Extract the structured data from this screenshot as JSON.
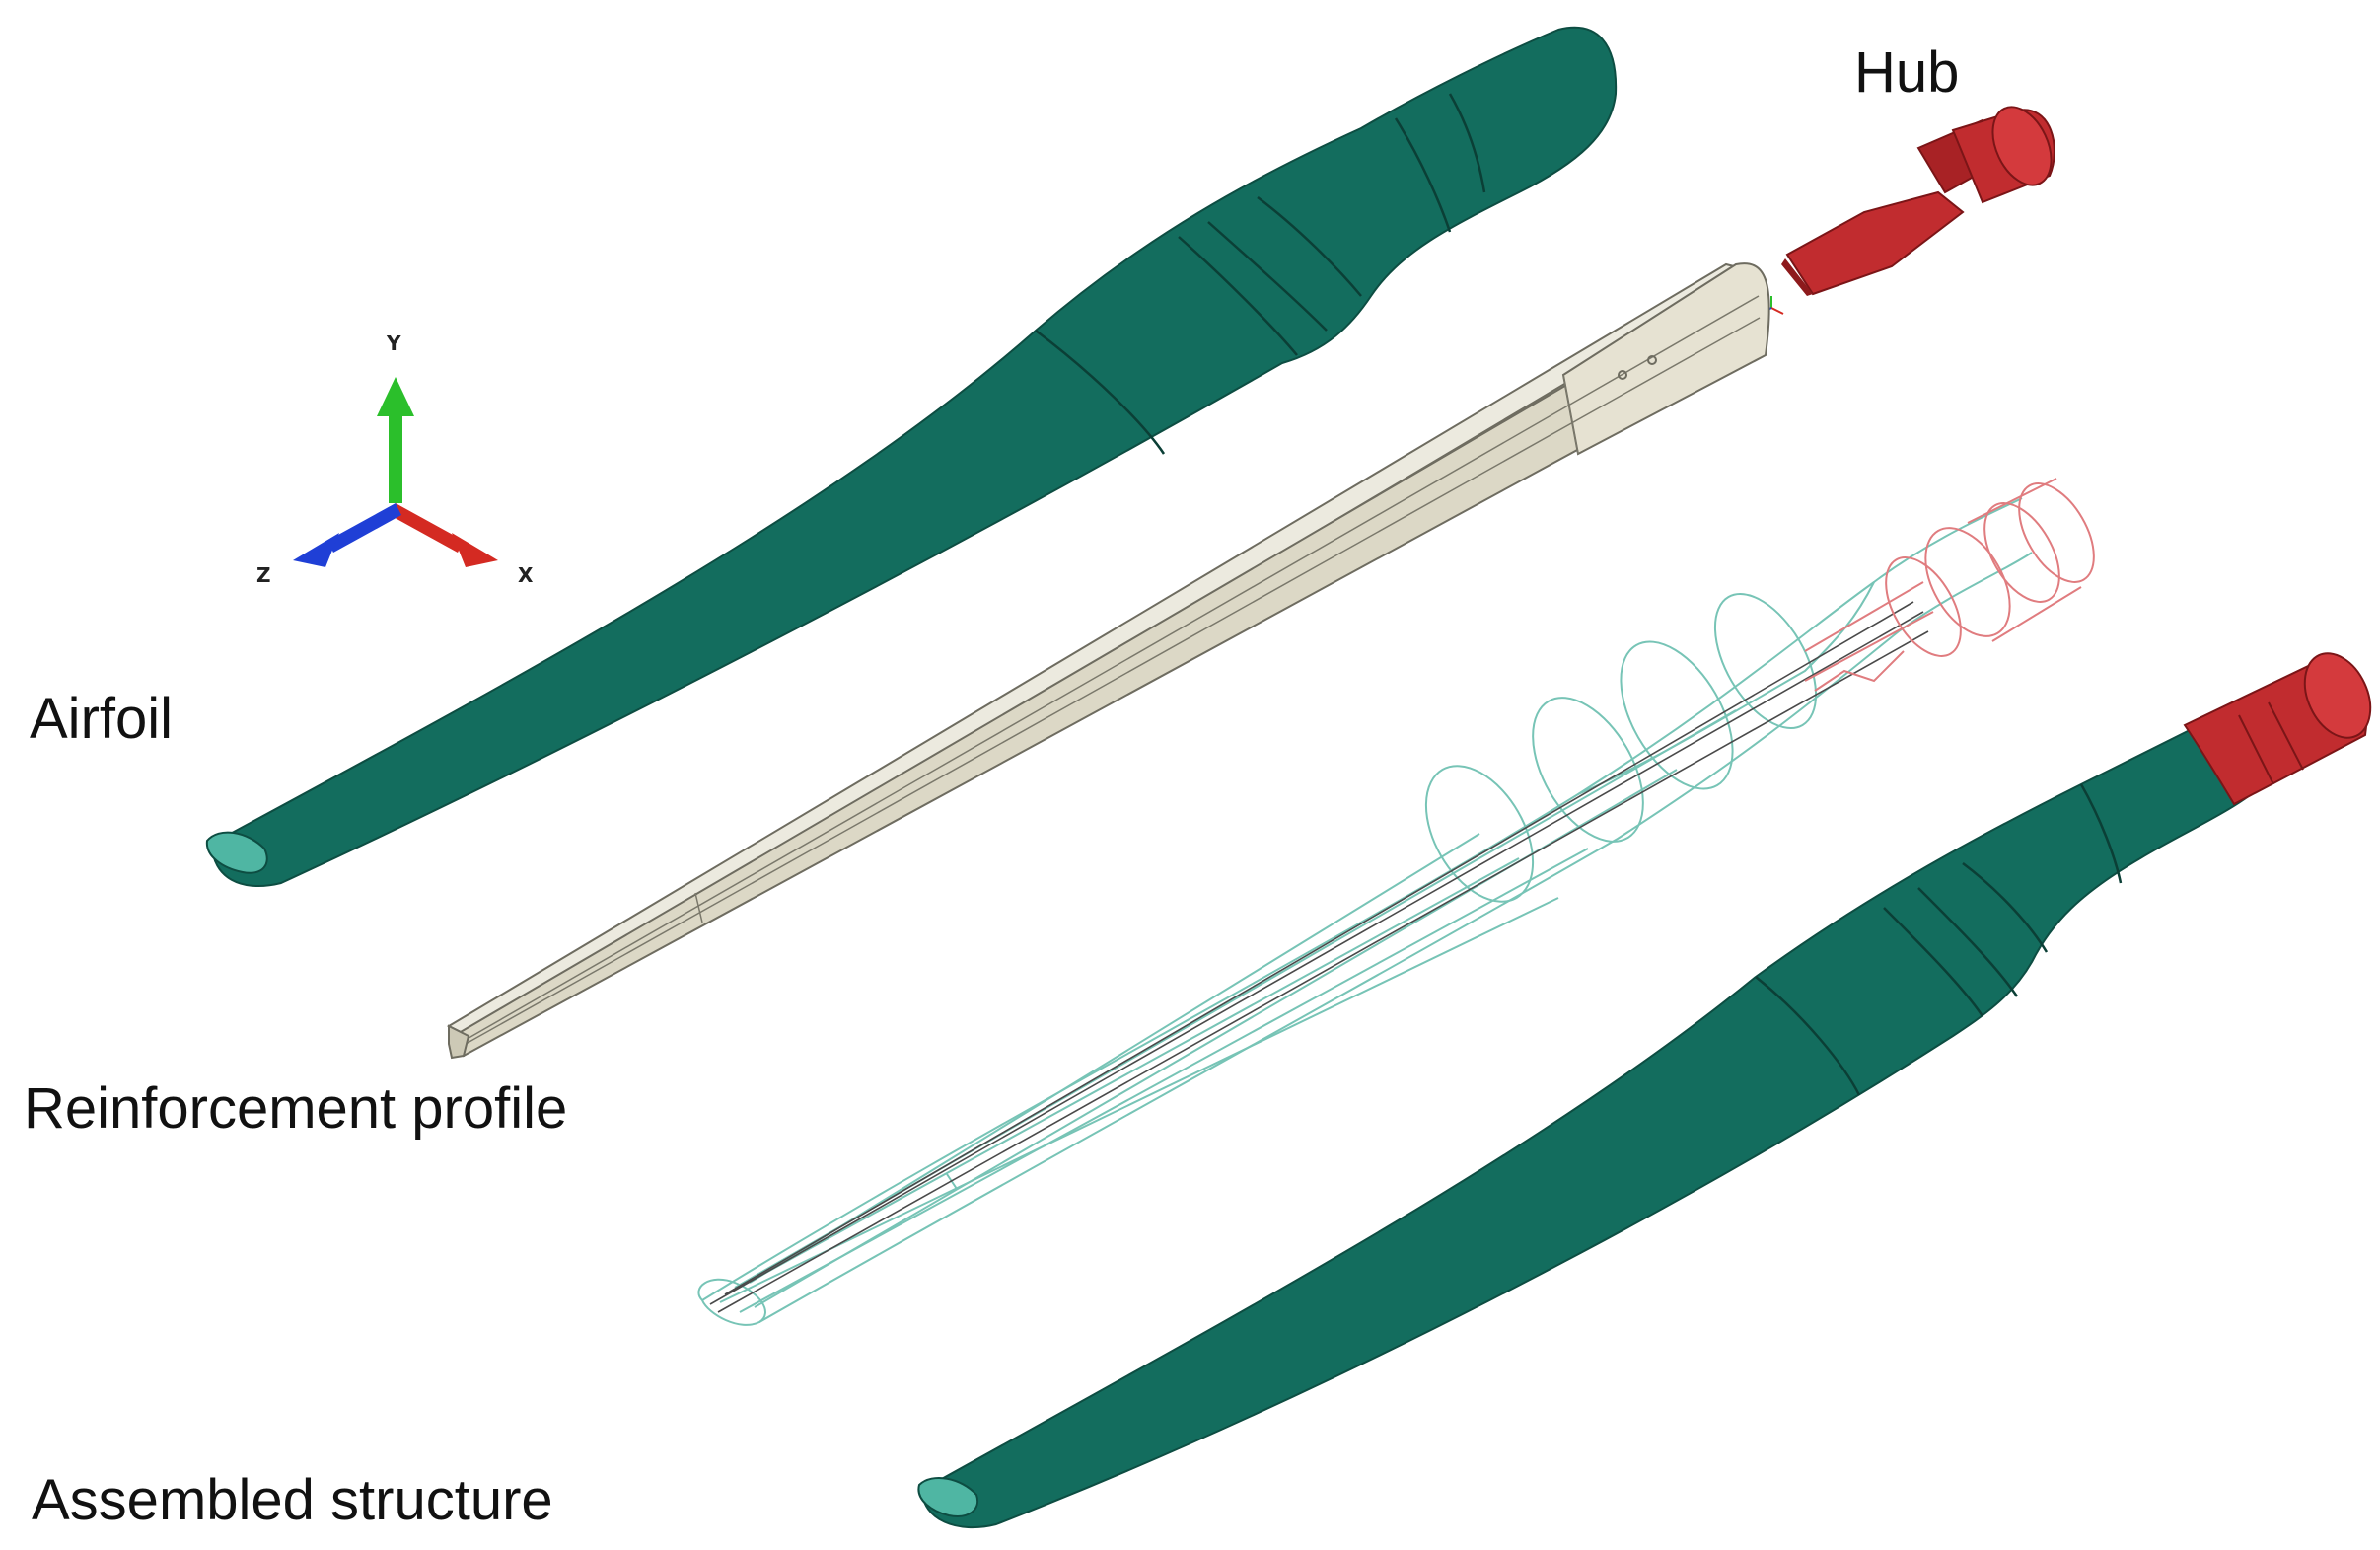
{
  "labels": {
    "hub": "Hub",
    "airfoil": "Airfoil",
    "reinforcement_profile": "Reinforcement profile",
    "assembled_structure": "Assembled structure"
  },
  "triad": {
    "x": "X",
    "y": "Y",
    "z": "Z"
  },
  "colors": {
    "blade": "#136d5e",
    "blade_tip": "#4fb6a3",
    "hub": "#c12c2f",
    "spar": "#e3e0d2",
    "wire_blade": "#77c4b6",
    "wire_hub": "#e07c7f",
    "axis_x": "#d42a22",
    "axis_y": "#2bbf2b",
    "axis_z": "#1f3fd6"
  }
}
